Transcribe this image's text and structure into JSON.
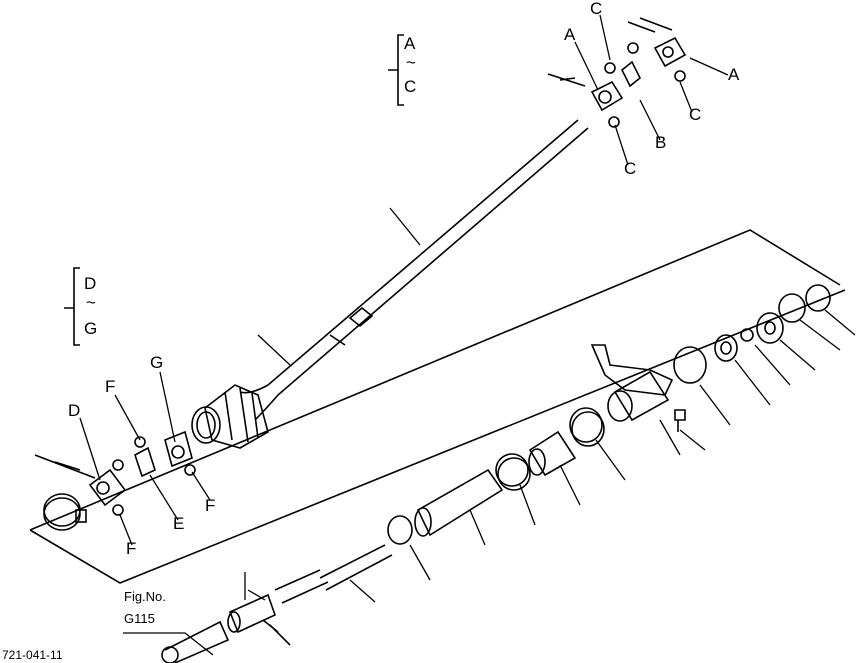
{
  "group_labels": {
    "upper": {
      "start": "A",
      "tilde": "~",
      "end": "C"
    },
    "lower": {
      "start": "D",
      "tilde": "~",
      "end": "G"
    }
  },
  "part_callouts": {
    "upper_c1": "C",
    "upper_a1": "A",
    "upper_a2": "A",
    "upper_c2": "C",
    "upper_b": "B",
    "upper_c3": "C",
    "lower_g": "G",
    "lower_f1": "F",
    "lower_d": "D",
    "lower_f2": "F",
    "lower_e": "E",
    "lower_f3": "F"
  },
  "figure_ref": {
    "label": "Fig.No.",
    "number": "G115"
  },
  "drawing_code": "721-041-11",
  "colors": {
    "ink": "#000000",
    "paper": "#ffffff"
  }
}
